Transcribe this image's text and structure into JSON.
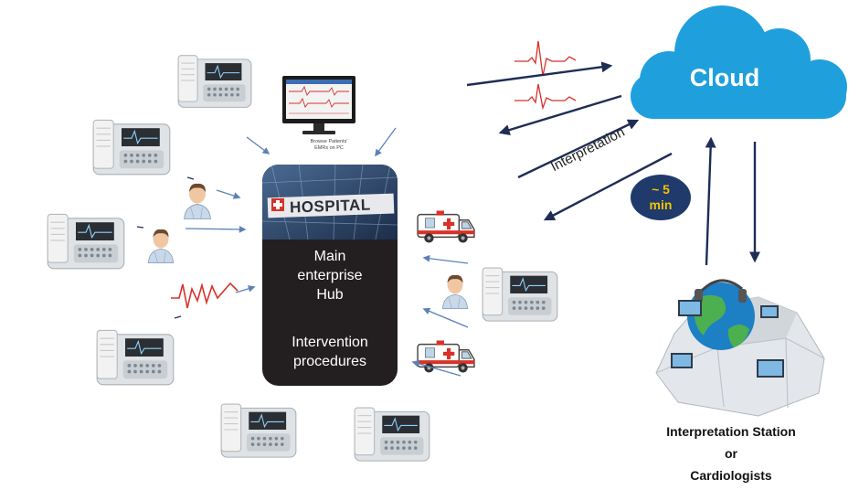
{
  "hub": {
    "photo_sign": "HOSPITAL",
    "title_line1": "Main",
    "title_line2": "enterprise",
    "title_line3": "Hub",
    "subtitle_line1": "Intervention",
    "subtitle_line2": "procedures"
  },
  "pc": {
    "caption_line1": "Browse Patients'",
    "caption_line2": "EMRs on PC"
  },
  "cloud": {
    "label": "Cloud"
  },
  "interpretation": {
    "label": "Interpretation",
    "time_line1": "~ 5",
    "time_line2": "min"
  },
  "station": {
    "line1": "Interpretation Station",
    "line2": "or",
    "line3": "Cardiologists"
  },
  "colors": {
    "arrow_dark": "#1f2d55",
    "arrow_light": "#5b82b8",
    "cloud_blue": "#1fa0dc",
    "hub_bg": "#231f20",
    "ecg_red": "#d7322a",
    "badge_bg": "#1f3a6b",
    "badge_text": "#f2c500"
  }
}
